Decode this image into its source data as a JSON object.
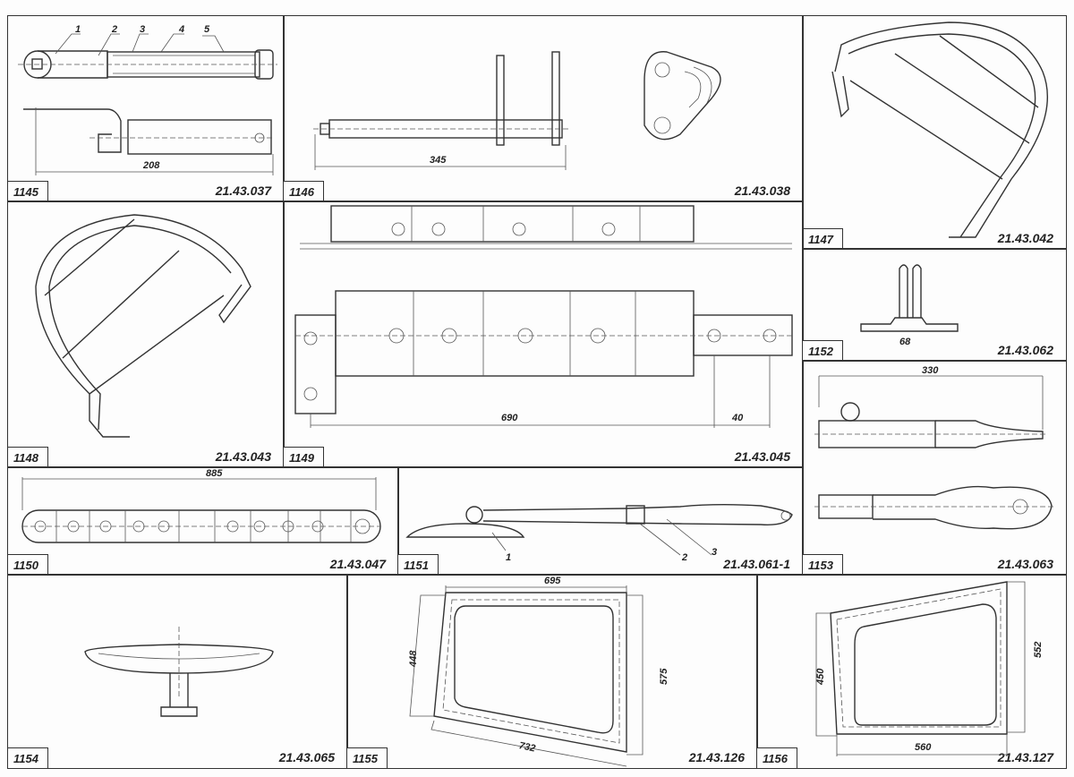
{
  "panels": [
    {
      "number": "1145",
      "code": "21.43.037",
      "dims": [
        "208"
      ],
      "callouts": [
        "1",
        "2",
        "3",
        "4",
        "5"
      ]
    },
    {
      "number": "1146",
      "code": "21.43.038",
      "dims": [
        "345"
      ]
    },
    {
      "number": "1147",
      "code": "21.43.042"
    },
    {
      "number": "1148",
      "code": "21.43.043"
    },
    {
      "number": "1149",
      "code": "21.43.045",
      "dims": [
        "690",
        "40"
      ]
    },
    {
      "number": "1150",
      "code": "21.43.047",
      "dims": [
        "885"
      ]
    },
    {
      "number": "1151",
      "code": "21.43.061-1",
      "callouts": [
        "1",
        "2",
        "3"
      ]
    },
    {
      "number": "1152",
      "code": "21.43.062",
      "dims": [
        "68"
      ]
    },
    {
      "number": "1153",
      "code": "21.43.063",
      "dims": [
        "330"
      ]
    },
    {
      "number": "1154",
      "code": "21.43.065"
    },
    {
      "number": "1155",
      "code": "21.43.126",
      "dims": [
        "695",
        "448",
        "575",
        "732"
      ]
    },
    {
      "number": "1156",
      "code": "21.43.127",
      "dims": [
        "450",
        "552",
        "560"
      ]
    }
  ]
}
